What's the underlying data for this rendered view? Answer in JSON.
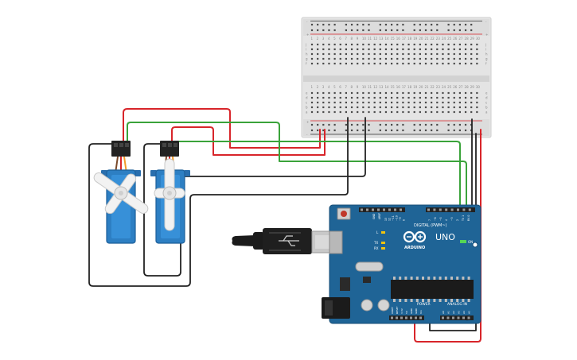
{
  "board": {
    "name": "UNO",
    "brand": "ARDUINO",
    "digital_label": "DIGITAL (PWM~)",
    "power_label": "POWER",
    "analog_label": "ANALOG IN",
    "on_label": "ON",
    "tx_label": "TX",
    "rx_label": "RX",
    "l_label": "L",
    "aref_label": "AREF",
    "gnd_label": "GND",
    "digital_pins": [
      "13",
      "12",
      "~11",
      "~10",
      "~9",
      "8",
      "7",
      "~6",
      "~5",
      "4",
      "~3",
      "2",
      "TX 1",
      "RX 0"
    ],
    "power_pins": [
      "IOREF",
      "RESET",
      "3.3V",
      "5V",
      "GND",
      "GND",
      "Vin"
    ],
    "analog_pins": [
      "A0",
      "A1",
      "A2",
      "A3",
      "A4",
      "A5"
    ]
  },
  "breadboard": {
    "row_letters_top": [
      "j",
      "i",
      "h",
      "g",
      "f"
    ],
    "row_letters_bottom": [
      "e",
      "d",
      "c",
      "b",
      "a"
    ],
    "column_numbers": [
      "1",
      "2",
      "3",
      "4",
      "5",
      "6",
      "7",
      "8",
      "9",
      "10",
      "11",
      "12",
      "13",
      "14",
      "15",
      "16",
      "17",
      "18",
      "19",
      "20",
      "21",
      "22",
      "23",
      "24",
      "25",
      "26",
      "27",
      "28",
      "29",
      "30"
    ],
    "plus_label": "+",
    "minus_label": "-"
  },
  "colors": {
    "board": "#1f6496",
    "wire_red": "#d8252a",
    "wire_green": "#3aa33a",
    "wire_black": "#222222",
    "servo_body": "#2d7fc3",
    "breadboard": "#e6e6e6"
  }
}
